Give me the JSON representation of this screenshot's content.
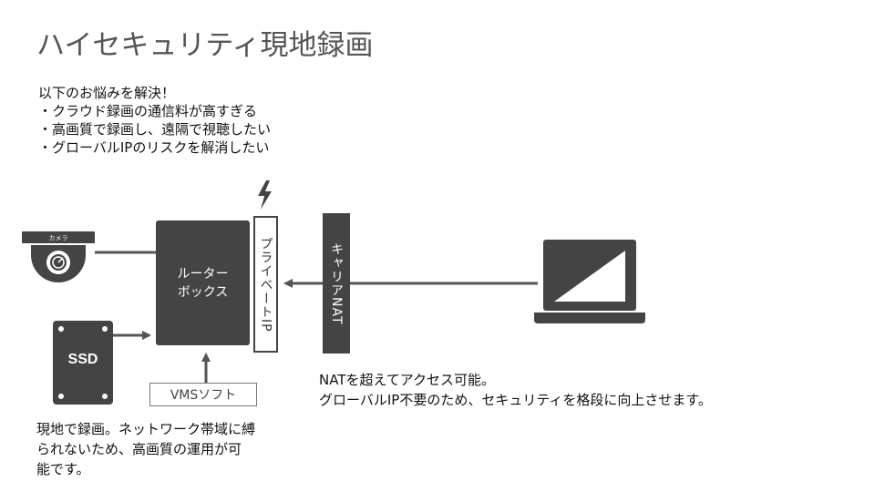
{
  "title": "ハイセキュリティ現地録画",
  "problems": {
    "heading": "以下のお悩みを解決！",
    "items": [
      "・クラウド録画の通信料が高すぎる",
      "・高画質で録画し、遠隔で視聴したい",
      "・グローバルIPのリスクを解消したい"
    ]
  },
  "diagram": {
    "camera_label": "カメラ",
    "router_label_line1": "ルーター",
    "router_label_line2": "ボックス",
    "private_ip_label": "プライベートIP",
    "carrier_nat_label": "キャリアNAT",
    "vms_label": "VMSソフト",
    "ssd_label": "SSD"
  },
  "notes": {
    "local_lines": [
      "現地で録画。ネットワーク帯域に縛",
      "られないため、高画質の運用が可",
      "能です。"
    ],
    "nat_lines": [
      "NATを超えてアクセス可能。",
      "グローバルIP不要のため、セキュリティを格段に向上させます。"
    ]
  },
  "colors": {
    "dark": "#444444",
    "title": "#555555",
    "line": "#555555"
  },
  "icons": [
    "camera-icon",
    "ssd-icon",
    "laptop-icon",
    "lightning-icon",
    "arrow-icon"
  ]
}
